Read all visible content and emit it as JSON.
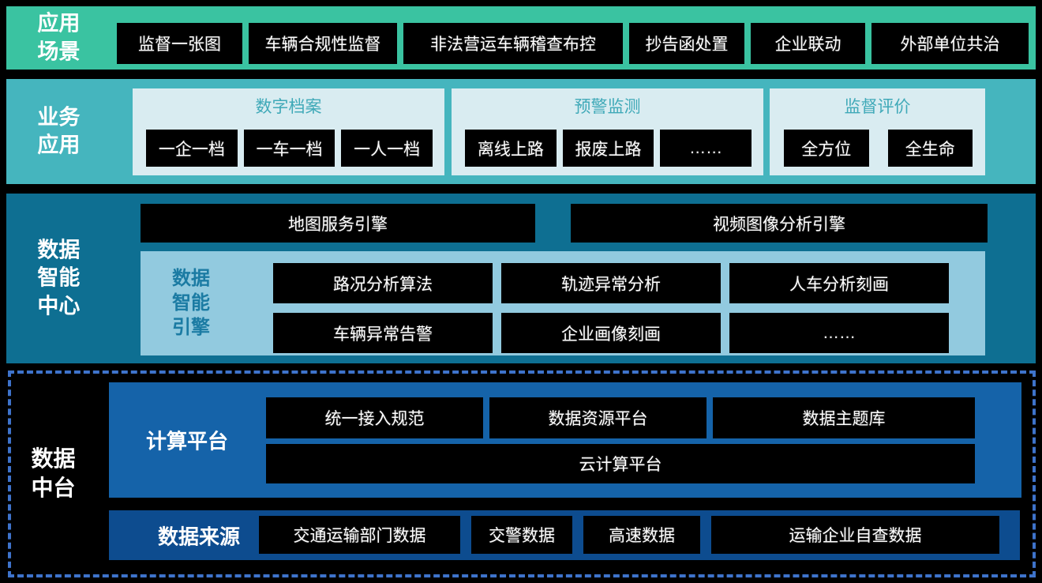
{
  "palette": {
    "page_bg": "#000000",
    "band1_bg": "#3AC3A1",
    "band2_bg": "#45B5BE",
    "light_panel_bg": "#D9ECF1",
    "light_panel_title": "#3FA9B8",
    "band3_bg": "#0E6F92",
    "engine_panel_bg": "#92CADF",
    "engine_panel_title": "#1B7BA3",
    "band4_bg": "#000000",
    "band4_dashed_border": "#3E73CB",
    "compute_panel_bg": "#1563A9",
    "sources_panel_bg": "#0D4C8F",
    "box_bg": "#000000",
    "box_text": "#FFFFFF"
  },
  "bands": {
    "application_scenarios": {
      "label": "应用场景",
      "items": [
        "监督一张图",
        "车辆合规性监督",
        "非法营运车辆稽查布控",
        "抄告函处置",
        "企业联动",
        "外部单位共治"
      ]
    },
    "business_applications": {
      "label": "业务应用",
      "groups": [
        {
          "title": "数字档案",
          "items": [
            "一企一档",
            "一车一档",
            "一人一档"
          ]
        },
        {
          "title": "预警监测",
          "items": [
            "离线上路",
            "报废上路",
            "……"
          ]
        },
        {
          "title": "监督评价",
          "items": [
            "全方位",
            "全生命"
          ]
        }
      ]
    },
    "data_intelligence_center": {
      "label": "数据智能中心",
      "engines": [
        "地图服务引擎",
        "视频图像分析引擎"
      ],
      "engine_group": {
        "label": "数据智能引擎",
        "items": [
          "路况分析算法",
          "轨迹异常分析",
          "人车分析刻画",
          "车辆异常告警",
          "企业画像刻画",
          "……"
        ]
      }
    },
    "data_middle_platform": {
      "label": "数据中台",
      "compute_platform": {
        "label": "计算平台",
        "row1": [
          "统一接入规范",
          "数据资源平台",
          "数据主题库"
        ],
        "row2": [
          "云计算平台"
        ]
      },
      "data_sources": {
        "label": "数据来源",
        "items": [
          "交通运输部门数据",
          "交警数据",
          "高速数据",
          "运输企业自查数据"
        ]
      }
    }
  }
}
